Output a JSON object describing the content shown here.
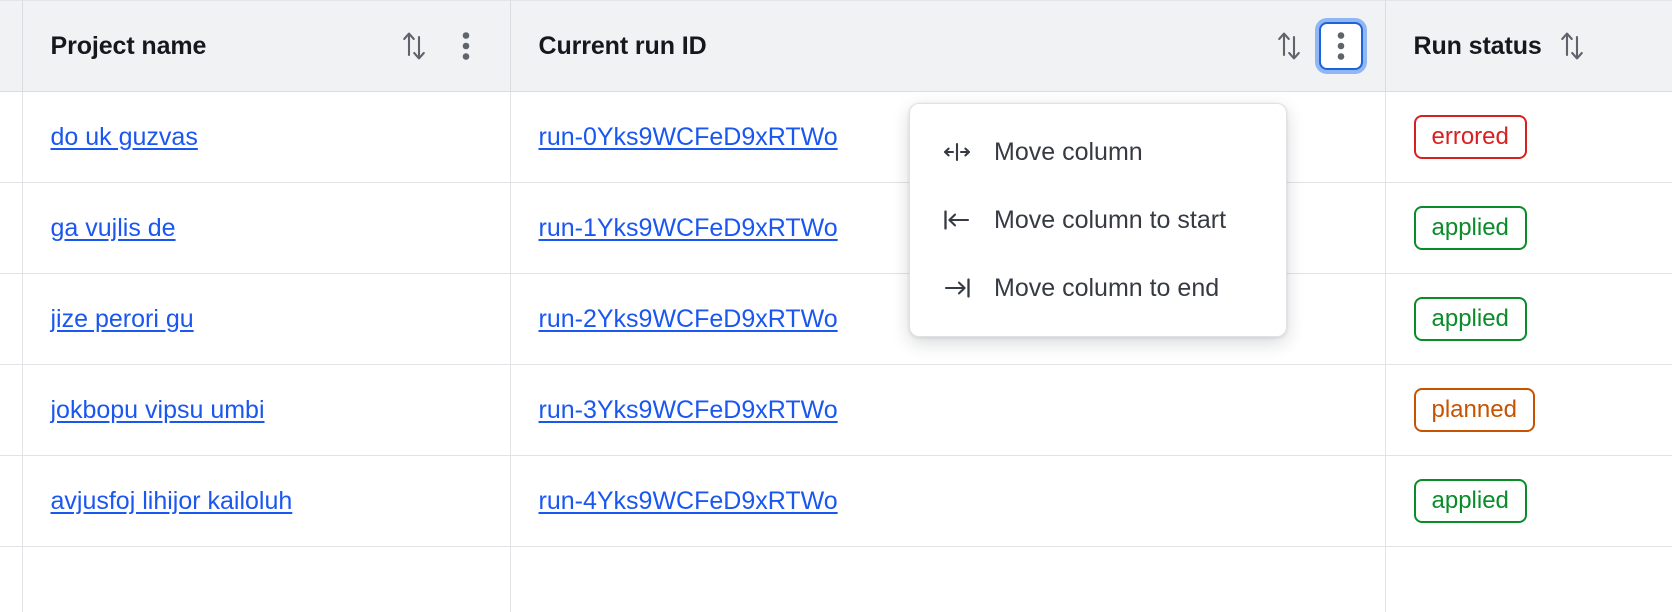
{
  "table": {
    "columns": [
      {
        "id": "project-name",
        "label": "Project name",
        "sort_icon": "sort-updown-icon",
        "menu_icon": "kebab-vertical-icon",
        "has_menu_button": true,
        "menu_focused": false
      },
      {
        "id": "current-run-id",
        "label": "Current run ID",
        "sort_icon": "sort-updown-icon",
        "menu_icon": "kebab-vertical-icon",
        "has_menu_button": true,
        "menu_focused": true
      },
      {
        "id": "run-status",
        "label": "Run status",
        "sort_icon": "sort-updown-icon",
        "menu_icon": "kebab-vertical-icon",
        "has_menu_button": false,
        "menu_focused": false
      }
    ],
    "rows": [
      {
        "project_name": "do uk guzvas",
        "run_id": "run-0Yks9WCFeD9xRTWo",
        "run_status": "errored",
        "status_color": "#d92020"
      },
      {
        "project_name": "ga vujlis de",
        "run_id": "run-1Yks9WCFeD9xRTWo",
        "run_status": "applied",
        "status_color": "#0a8c2a"
      },
      {
        "project_name": "jize perori gu",
        "run_id": "run-2Yks9WCFeD9xRTWo",
        "run_status": "applied",
        "status_color": "#0a8c2a"
      },
      {
        "project_name": "jokbopu vipsu umbi",
        "run_id": "run-3Yks9WCFeD9xRTWo",
        "run_status": "planned",
        "status_color": "#c75300"
      },
      {
        "project_name": "avjusfoj lihijor kailoluh",
        "run_id": "run-4Yks9WCFeD9xRTWo",
        "run_status": "applied",
        "status_color": "#0a8c2a"
      }
    ]
  },
  "column_menu": {
    "open_for_column": "Current run ID",
    "items": [
      {
        "label": "Move column",
        "icon": "move-column-horizontal-icon"
      },
      {
        "label": "Move column to start",
        "icon": "move-to-start-icon"
      },
      {
        "label": "Move column to end",
        "icon": "move-to-end-icon"
      }
    ]
  },
  "colors": {
    "link": "#1a56f0",
    "header_bg": "#f1f2f4",
    "focus_ring": "#4285f4",
    "focus_border": "#1b64da",
    "errored": "#d92020",
    "applied": "#0a8c2a",
    "planned": "#c75300"
  }
}
